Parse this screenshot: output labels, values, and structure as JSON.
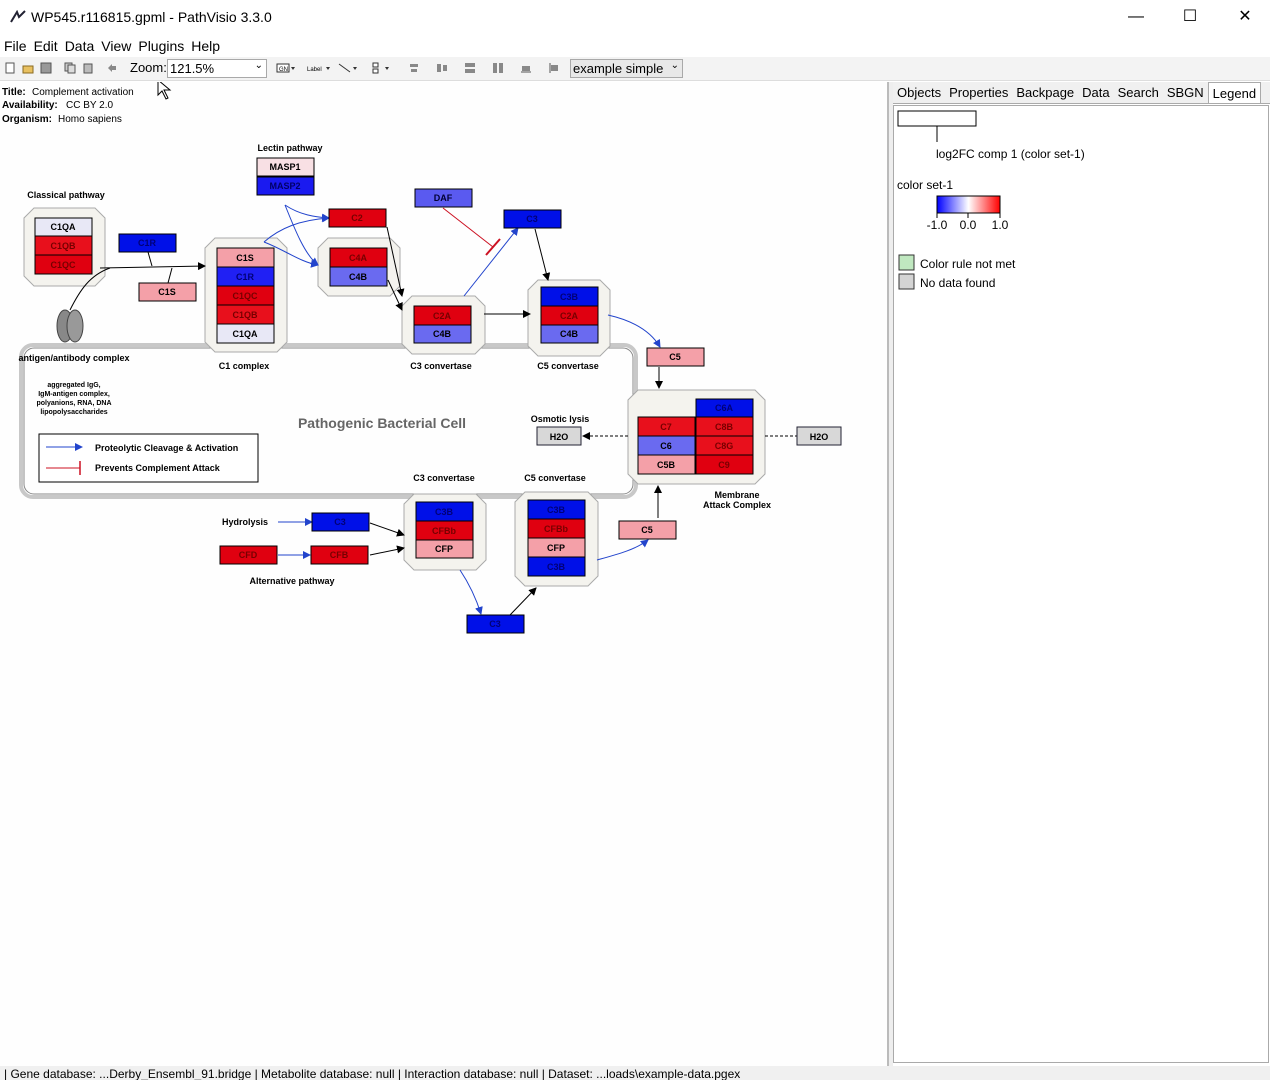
{
  "window": {
    "title": "WP545.r116815.gpml - PathVisio 3.3.0",
    "minimize": "—",
    "maximize": "☐",
    "close": "✕"
  },
  "menu": [
    "File",
    "Edit",
    "Data",
    "View",
    "Plugins",
    "Help"
  ],
  "toolbar": {
    "zoom_label": "Zoom:",
    "zoom_value": "121.5%",
    "visualization": "example simple",
    "label_button": "Label"
  },
  "pathway_info": {
    "title_label": "Title:",
    "title": "Complement activation",
    "availability_label": "Availability:",
    "availability": "CC BY 2.0",
    "organism_label": "Organism:",
    "organism": "Homo sapiens"
  },
  "diagram": {
    "groups": {
      "classical": "Classical pathway",
      "lectin": "Lectin pathway",
      "c1_complex": "C1 complex",
      "c3_conv_top": "C3 convertase",
      "c5_conv_top": "C5 convertase",
      "antigen": "antigen/antibody complex",
      "antigen_desc": [
        "aggregated IgG,",
        "IgM-antigen complex,",
        "polyanions, RNA, DNA",
        "lipopolysaccharides"
      ],
      "cell": "Pathogenic Bacterial Cell",
      "osmotic": "Osmotic lysis",
      "mac": [
        "Membrane",
        "Attack Complex"
      ],
      "c3_conv_bottom": "C3 convertase",
      "c5_conv_bottom": "C5 convertase",
      "hydrolysis": "Hydrolysis",
      "alternative": "Alternative pathway"
    },
    "legend": {
      "cleavage": "Proteolytic Cleavage & Activation",
      "prevents": "Prevents Complement Attack"
    },
    "nodes": {
      "c1qa_1": "C1QA",
      "c1qb_1": "C1QB",
      "c1qc_1": "C1QC",
      "c1r": "C1R",
      "c1s_free": "C1S",
      "masp1": "MASP1",
      "masp2": "MASP2",
      "c1s": "C1S",
      "c1r_c": "C1R",
      "c1qc_c": "C1QC",
      "c1qb_c": "C1QB",
      "c1qa_c": "C1QA",
      "c2": "C2",
      "c4a": "C4A",
      "c4b": "C4B",
      "daf": "DAF",
      "c3_top": "C3",
      "c2a": "C2A",
      "c4b_2": "C4B",
      "c3b": "C3B",
      "c2a_2": "C2A",
      "c4b_3": "C4B",
      "c5_top": "C5",
      "c6a": "C6A",
      "c7": "C7",
      "c8b": "C8B",
      "c6": "C6",
      "c8g": "C8G",
      "c5b": "C5B",
      "c9": "C9",
      "h2o_left": "H2O",
      "h2o_right": "H2O",
      "c3_hyd": "C3",
      "cfd": "CFD",
      "cfb": "CFB",
      "c3b_b1": "C3B",
      "cfbb_b1": "CFBb",
      "cfp_b1": "CFP",
      "c3b_b2": "C3B",
      "cfbb_b2": "CFBb",
      "cfp_b2": "CFP",
      "c3b_b3": "C3B",
      "c5_bottom": "C5",
      "c3_bottom": "C3"
    }
  },
  "tabs": [
    "Objects",
    "Properties",
    "Backpage",
    "Data",
    "Search",
    "SBGN",
    "Legend"
  ],
  "active_tab": "Legend",
  "legend_panel": {
    "sample_label": "log2FC comp 1 (color set-1)",
    "colorset_title": "color set-1",
    "ticks": [
      "-1.0",
      "0.0",
      "1.0"
    ],
    "rule_not_met": "Color rule not met",
    "no_data": "No data found",
    "colors": {
      "low": "#0000ff",
      "mid": "#ffffff",
      "high": "#ff0000",
      "not_met": "#c0e8c0",
      "no_data": "#d4d4d4"
    }
  },
  "statusbar": "| Gene database: ...Derby_Ensembl_91.bridge | Metabolite database: null | Interaction database: null | Dataset: ...loads\\example-data.pgex"
}
